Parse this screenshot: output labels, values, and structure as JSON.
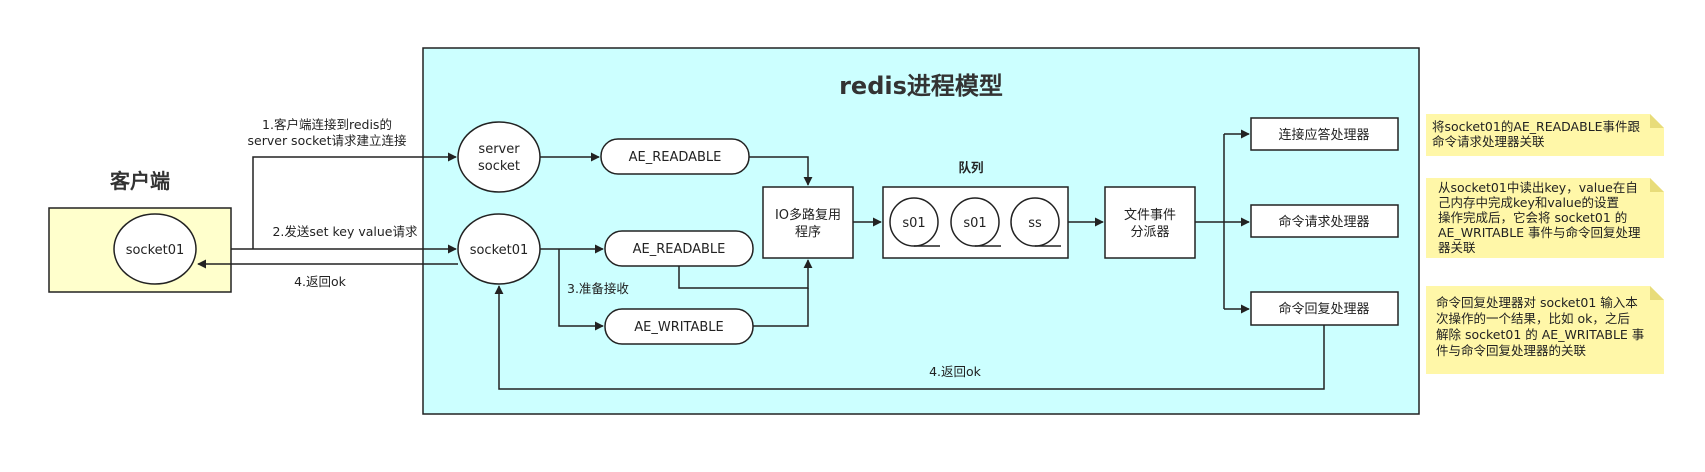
{
  "process": {
    "title": "redis进程模型",
    "queue_label": "队列"
  },
  "client": {
    "title": "客户端",
    "socket": "socket01"
  },
  "nodes": {
    "server_socket_line1": "server",
    "server_socket_line2": "socket",
    "socket01": "socket01",
    "ae_readable_1": "AE_READABLE",
    "ae_readable_2": "AE_READABLE",
    "ae_writable": "AE_WRITABLE",
    "io_mux_line1": "IO多路复用",
    "io_mux_line2": "程序",
    "queue_items": [
      "s01",
      "s01",
      "ss"
    ],
    "dispatcher_line1": "文件事件",
    "dispatcher_line2": "分派器",
    "handler_connect": "连接应答处理器",
    "handler_request": "命令请求处理器",
    "handler_reply": "命令回复处理器"
  },
  "edges": {
    "connect_line1": "1.客户端连接到redis的",
    "connect_line2": "server socket请求建立连接",
    "send_cmd": "2.发送set key value请求",
    "return_ok_client": "4.返回ok",
    "prepare_receive": "3.准备接收",
    "return_ok_inner": "4.返回ok"
  },
  "notes": [
    {
      "lines": [
        "将socket01的AE_READABLE事件跟",
        "命令请求处理器关联"
      ]
    },
    {
      "lines": [
        "从socket01中读出key，value在自",
        "己内存中完成key和value的设置",
        "操作完成后，它会将 socket01 的",
        "AE_WRITABLE 事件与命令回复处理",
        "器关联"
      ]
    },
    {
      "lines": [
        "命令回复处理器对 socket01 输入本",
        "次操作的一个结果，比如 ok，之后",
        "解除 socket01 的 AE_WRITABLE 事",
        "件与命令回复处理器的关联"
      ]
    }
  ],
  "colors": {
    "process_fill": "#ccffff",
    "client_fill": "#ffffcc",
    "note_fill": "#fff7a8",
    "stroke": "#222222"
  }
}
